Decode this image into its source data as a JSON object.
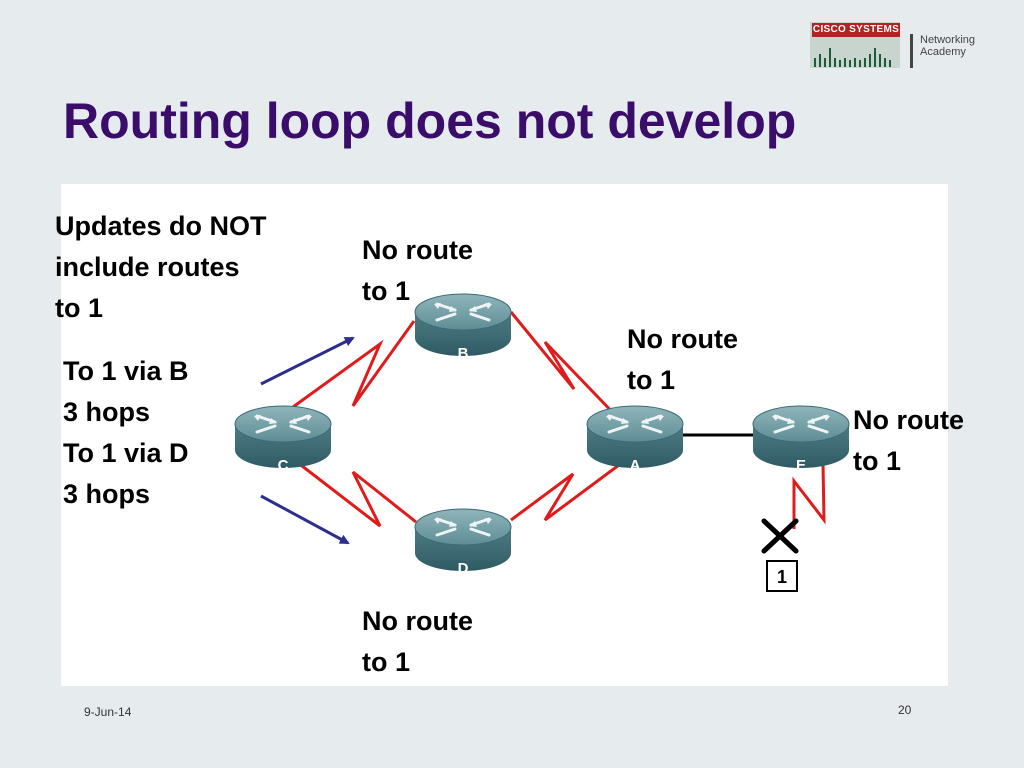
{
  "logo": {
    "brand": "CISCO SYSTEMS",
    "academy_line1": "Networking",
    "academy_line2": "Academy"
  },
  "slide": {
    "title": "Routing loop does not develop",
    "date": "9-Jun-14",
    "page_number": "20"
  },
  "diagram": {
    "routers": [
      {
        "id": "B",
        "label": "B"
      },
      {
        "id": "C",
        "label": "C"
      },
      {
        "id": "A",
        "label": "A"
      },
      {
        "id": "E",
        "label": "E"
      },
      {
        "id": "D",
        "label": "D"
      }
    ],
    "network": {
      "label": "1",
      "status": "failed"
    },
    "link_colors": {
      "serial": "#e01b1b",
      "ethernet": "#000000",
      "arrow": "#2d2f8f",
      "fail_mark": "#000000"
    },
    "labels": {
      "updates_note": "Updates do NOT\ninclude routes\nto 1",
      "c_table": "To 1 via B\n3 hops\nTo 1 via D\n3 hops",
      "b_status": "No route\nto 1",
      "a_status": "No route\nto 1",
      "e_status": "No route\nto 1",
      "d_status": "No route\nto 1"
    }
  }
}
